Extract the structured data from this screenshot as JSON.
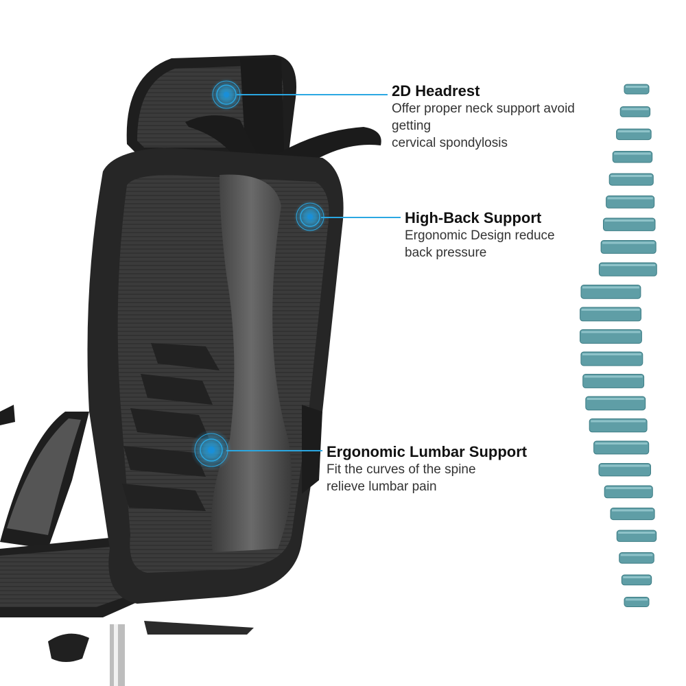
{
  "callouts": [
    {
      "title": "2D Headrest",
      "desc_lines": [
        "Offer proper neck support avoid",
        "getting",
        "cervical spondylosis"
      ]
    },
    {
      "title": "High-Back Support",
      "desc_lines": [
        "Ergonomic Design reduce",
        "back pressure"
      ]
    },
    {
      "title": "Ergonomic Lumbar Support",
      "desc_lines": [
        "Fit the curves of the spine",
        "relieve lumbar pain"
      ]
    }
  ],
  "colors": {
    "accent": "#2aa7e2",
    "vertebra": "#5f9ea6",
    "chair_frame": "#2a2a2a",
    "mesh": "#3d3d3d"
  },
  "icons": [
    "target-ring-icon"
  ]
}
